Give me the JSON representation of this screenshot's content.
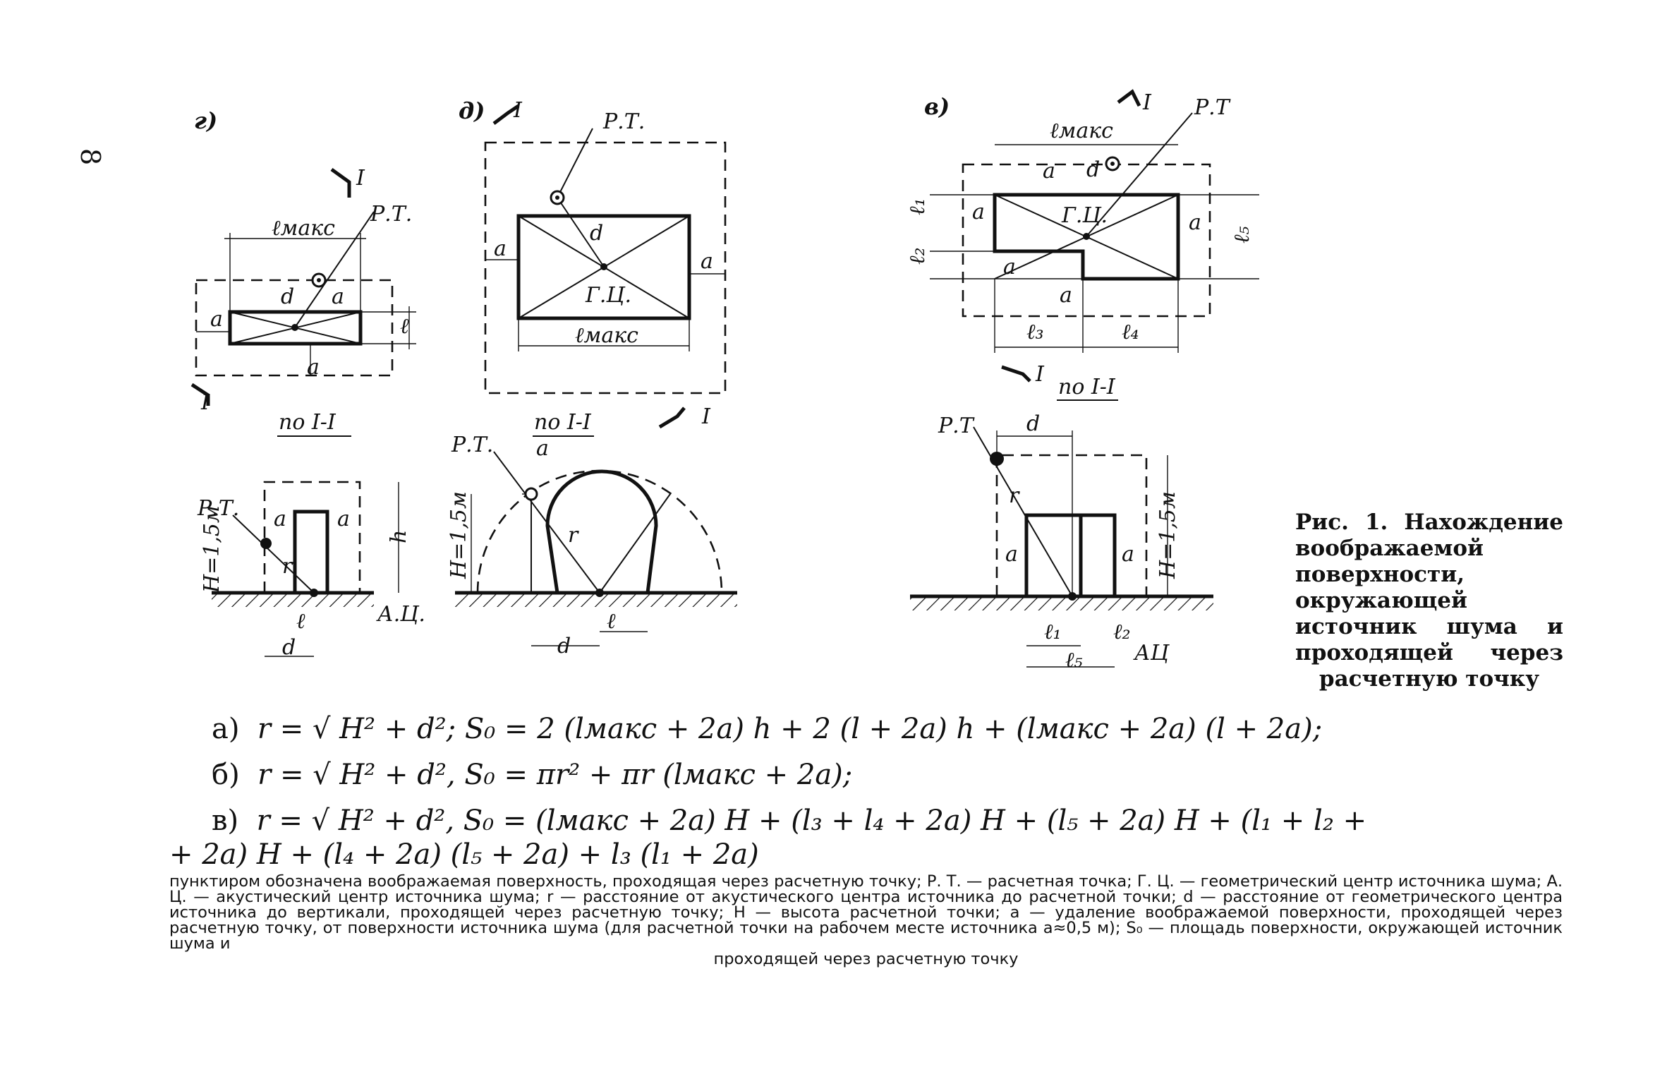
{
  "page_number": "8",
  "panels": {
    "a": {
      "tag": "г)",
      "lmax": "ℓмакс",
      "rt": "Р.Т.",
      "d": "d",
      "a": "a",
      "l": "ℓ",
      "section_mark": "I",
      "section_label": "по I-I",
      "h": "h",
      "H": "H=1,5м",
      "r": "r",
      "ac": "А.Ц."
    },
    "b": {
      "tag": "д)",
      "rt": "Р.Т.",
      "d": "d",
      "gc": "Г.Ц.",
      "a": "a",
      "lmax": "ℓмакс",
      "section_mark": "I",
      "section_label": "по I-I",
      "H": "H=1,5м",
      "r": "r",
      "l": "ℓ"
    },
    "c": {
      "tag": "в)",
      "lmax": "ℓмакс",
      "rt": "Р.Т",
      "gc": "Г.Ц.",
      "a": "a",
      "d": "d",
      "l1": "ℓ₁",
      "l2": "ℓ₂",
      "l3": "ℓ₃",
      "l4": "ℓ₄",
      "l5": "ℓ₅",
      "section_mark": "I",
      "section_label": "по I-I",
      "H": "H=1,5м",
      "r": "r",
      "ac": "АЦ"
    }
  },
  "caption": "Рис. 1. Нахождение воображаемой поверхности, окружающей источник шума и проходящей через расчетную точку",
  "formulas": {
    "a_prefix": "а)",
    "a_text": "r = √ H² + d²;    S₀ = 2 (lмакс + 2a) h + 2 (l + 2a) h + (lмакс + 2a) (l + 2a);",
    "b_prefix": "б)",
    "b_text": "r = √ H² + d²,  S₀ = πr² + πr (lмакс + 2a);",
    "c_prefix": "в)",
    "c_text": "r = √ H² + d²,    S₀ = (lмакс + 2a) H + (l₃ + l₄ + 2a) H + (l₅ + 2a) H + (l₁ + l₂ +",
    "c_cont": "+ 2a) H + (l₄ + 2a) (l₅ + 2a) + l₃ (l₁ + 2a)"
  },
  "legend": {
    "main": "пунктиром обозначена воображаемая поверхность, проходящая через расчетную точку; Р. Т. — расчетная точка; Г. Ц. — геометрический центр источника шума; А. Ц. — акустический центр источника шума; r — расстояние от акустического центра источника до расчетной точки; d — расстояние от геометрического центра источника до вертикали, проходящей через расчетную точку; H — высота расчетной точки; a — удаление воображаемой поверхности, проходящей через расчетную точку, от поверхности источника шума (для расчетной точки на рабочем месте источника a≈0,5 м); S₀ — площадь поверхности, окружающей источник шума и",
    "last": "проходящей через расчетную точку"
  }
}
